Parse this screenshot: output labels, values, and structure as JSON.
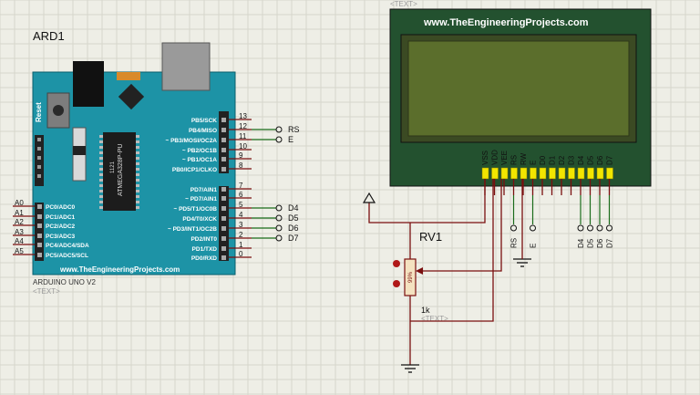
{
  "arduino": {
    "ref": "ARD1",
    "model": "ARDUINO UNO V2",
    "text_placeholder": "<TEXT>",
    "reset_label": "Reset",
    "chip_label": "ATMEGA328P-PU",
    "chip_sub": "1121",
    "website": "www.TheEngineeringProjects.com",
    "right_pins": [
      {
        "label": "PB5/SCK",
        "num": "13"
      },
      {
        "label": "PB4/MISO",
        "num": "12"
      },
      {
        "label": "~ PB3/MOSI/OC2A",
        "num": "11"
      },
      {
        "label": "~ PB2/OC1B",
        "num": "10"
      },
      {
        "label": "~ PB1/OC1A",
        "num": "9"
      },
      {
        "label": "PB0/ICP1/CLKO",
        "num": "8"
      },
      {
        "label": "PD7/AIN1",
        "num": "7"
      },
      {
        "label": "~ PD7/AIN1",
        "num": "6"
      },
      {
        "label": "~ PD5/T1/OC0B",
        "num": "5"
      },
      {
        "label": "PD4/T0/XCK",
        "num": "4"
      },
      {
        "label": "~ PD3/INT1/OC2B",
        "num": "3"
      },
      {
        "label": "PD2/INT0",
        "num": "2"
      },
      {
        "label": "PD1/TXD",
        "num": "1"
      },
      {
        "label": "PD0/RXD",
        "num": "0"
      }
    ],
    "analog_pins": [
      {
        "label": "PC0/ADC0",
        "num": "A0"
      },
      {
        "label": "PC1/ADC1",
        "num": "A1"
      },
      {
        "label": "PC2/ADC2",
        "num": "A2"
      },
      {
        "label": "PC3/ADC3",
        "num": "A3"
      },
      {
        "label": "PC4/ADC4/SDA",
        "num": "A4"
      },
      {
        "label": "PC5/ADC5/SCL",
        "num": "A5"
      }
    ],
    "terminals_top": [
      "RS",
      "E"
    ],
    "terminals_bottom": [
      "D4",
      "D5",
      "D6",
      "D7"
    ]
  },
  "lcd": {
    "text_placeholder": "<TEXT>",
    "website": "www.TheEngineeringProjects.com",
    "pins": [
      "VSS",
      "VDD",
      "VEE",
      "RS",
      "RW",
      "E",
      "D0",
      "D1",
      "D2",
      "D3",
      "D4",
      "D5",
      "D6",
      "D7"
    ],
    "terminals": [
      "RS",
      "E",
      "D4",
      "D5",
      "D6",
      "D7"
    ]
  },
  "pot": {
    "ref": "RV1",
    "value": "1k",
    "text_placeholder": "<TEXT>",
    "body_label": "99%"
  },
  "colors": {
    "board": "#1d93a6",
    "lcd_frame": "#23512f",
    "lcd_screen": "#5b6e2c",
    "pin_yellow": "#f2e600",
    "wire": "#7a0f0f",
    "background": "#eeeee6"
  }
}
